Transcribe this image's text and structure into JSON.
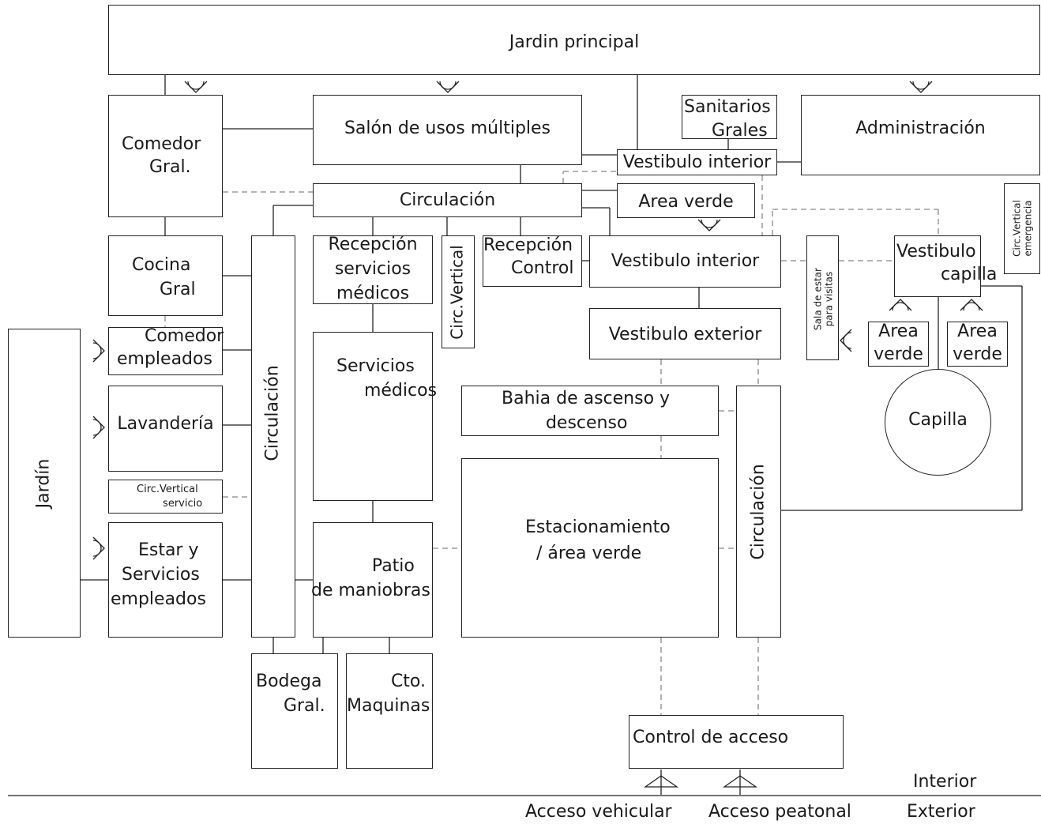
{
  "diagram": {
    "jardin_principal": "Jardin principal",
    "comedor_gral": "Comedor\n     Gral.",
    "salon_usos": "Salón de usos múltiples",
    "sanitarios": "Sanitarios\n     Grales",
    "administracion": "Administración",
    "vestibulo_interior_top": "Vestibulo interior",
    "circulacion_h": "Circulación",
    "area_verde_top": "Area verde",
    "circ_vertical_emergencia": "Circ.Vertical\nemergencia",
    "cocina_gral": "Cocina\n     Gral",
    "circulacion_left": "Circulación",
    "recepcion_servicios": "Recepción\nservicios\nmédicos",
    "circ_vertical": "Circ.Vertical",
    "recepcion_control": "Recepción\n     Control",
    "vestibulo_interior_mid": "Vestibulo interior",
    "sala_estar_visitas": "Sala de estar\npara visitas",
    "vestibulo_capilla": "Vestibulo\n        capilla",
    "comedor_empleados": "     Comedor\nempleados",
    "vestibulo_exterior": "Vestibulo exterior",
    "area_verde_left": "Area\nverde",
    "area_verde_right": "Area\nverde",
    "servicios_medicos": "Servicios\n     médicos",
    "jardin": "Jardín",
    "lavanderia": "Lavandería",
    "bahia": "Bahia de ascenso y\n        descenso",
    "capilla": "Capilla",
    "circulacion_right": "Circulación",
    "circ_vertical_servicio": "Circ.Vertical\n        servicio",
    "estacionamiento": "Estacionamiento\n  / área verde",
    "estar_servicios": "     Estar y\n  Servicios\nempleados",
    "patio_maniobras": "           Patio\nde maniobras",
    "bodega": "Bodega\n     Gral.",
    "cto_maquinas": "        Cto.\nMaquinas",
    "control_acceso": "Control de acceso",
    "interior": "Interior",
    "exterior": "Exterior",
    "acceso_vehicular": "Acceso vehicular",
    "acceso_peatonal": "Acceso peatonal"
  }
}
